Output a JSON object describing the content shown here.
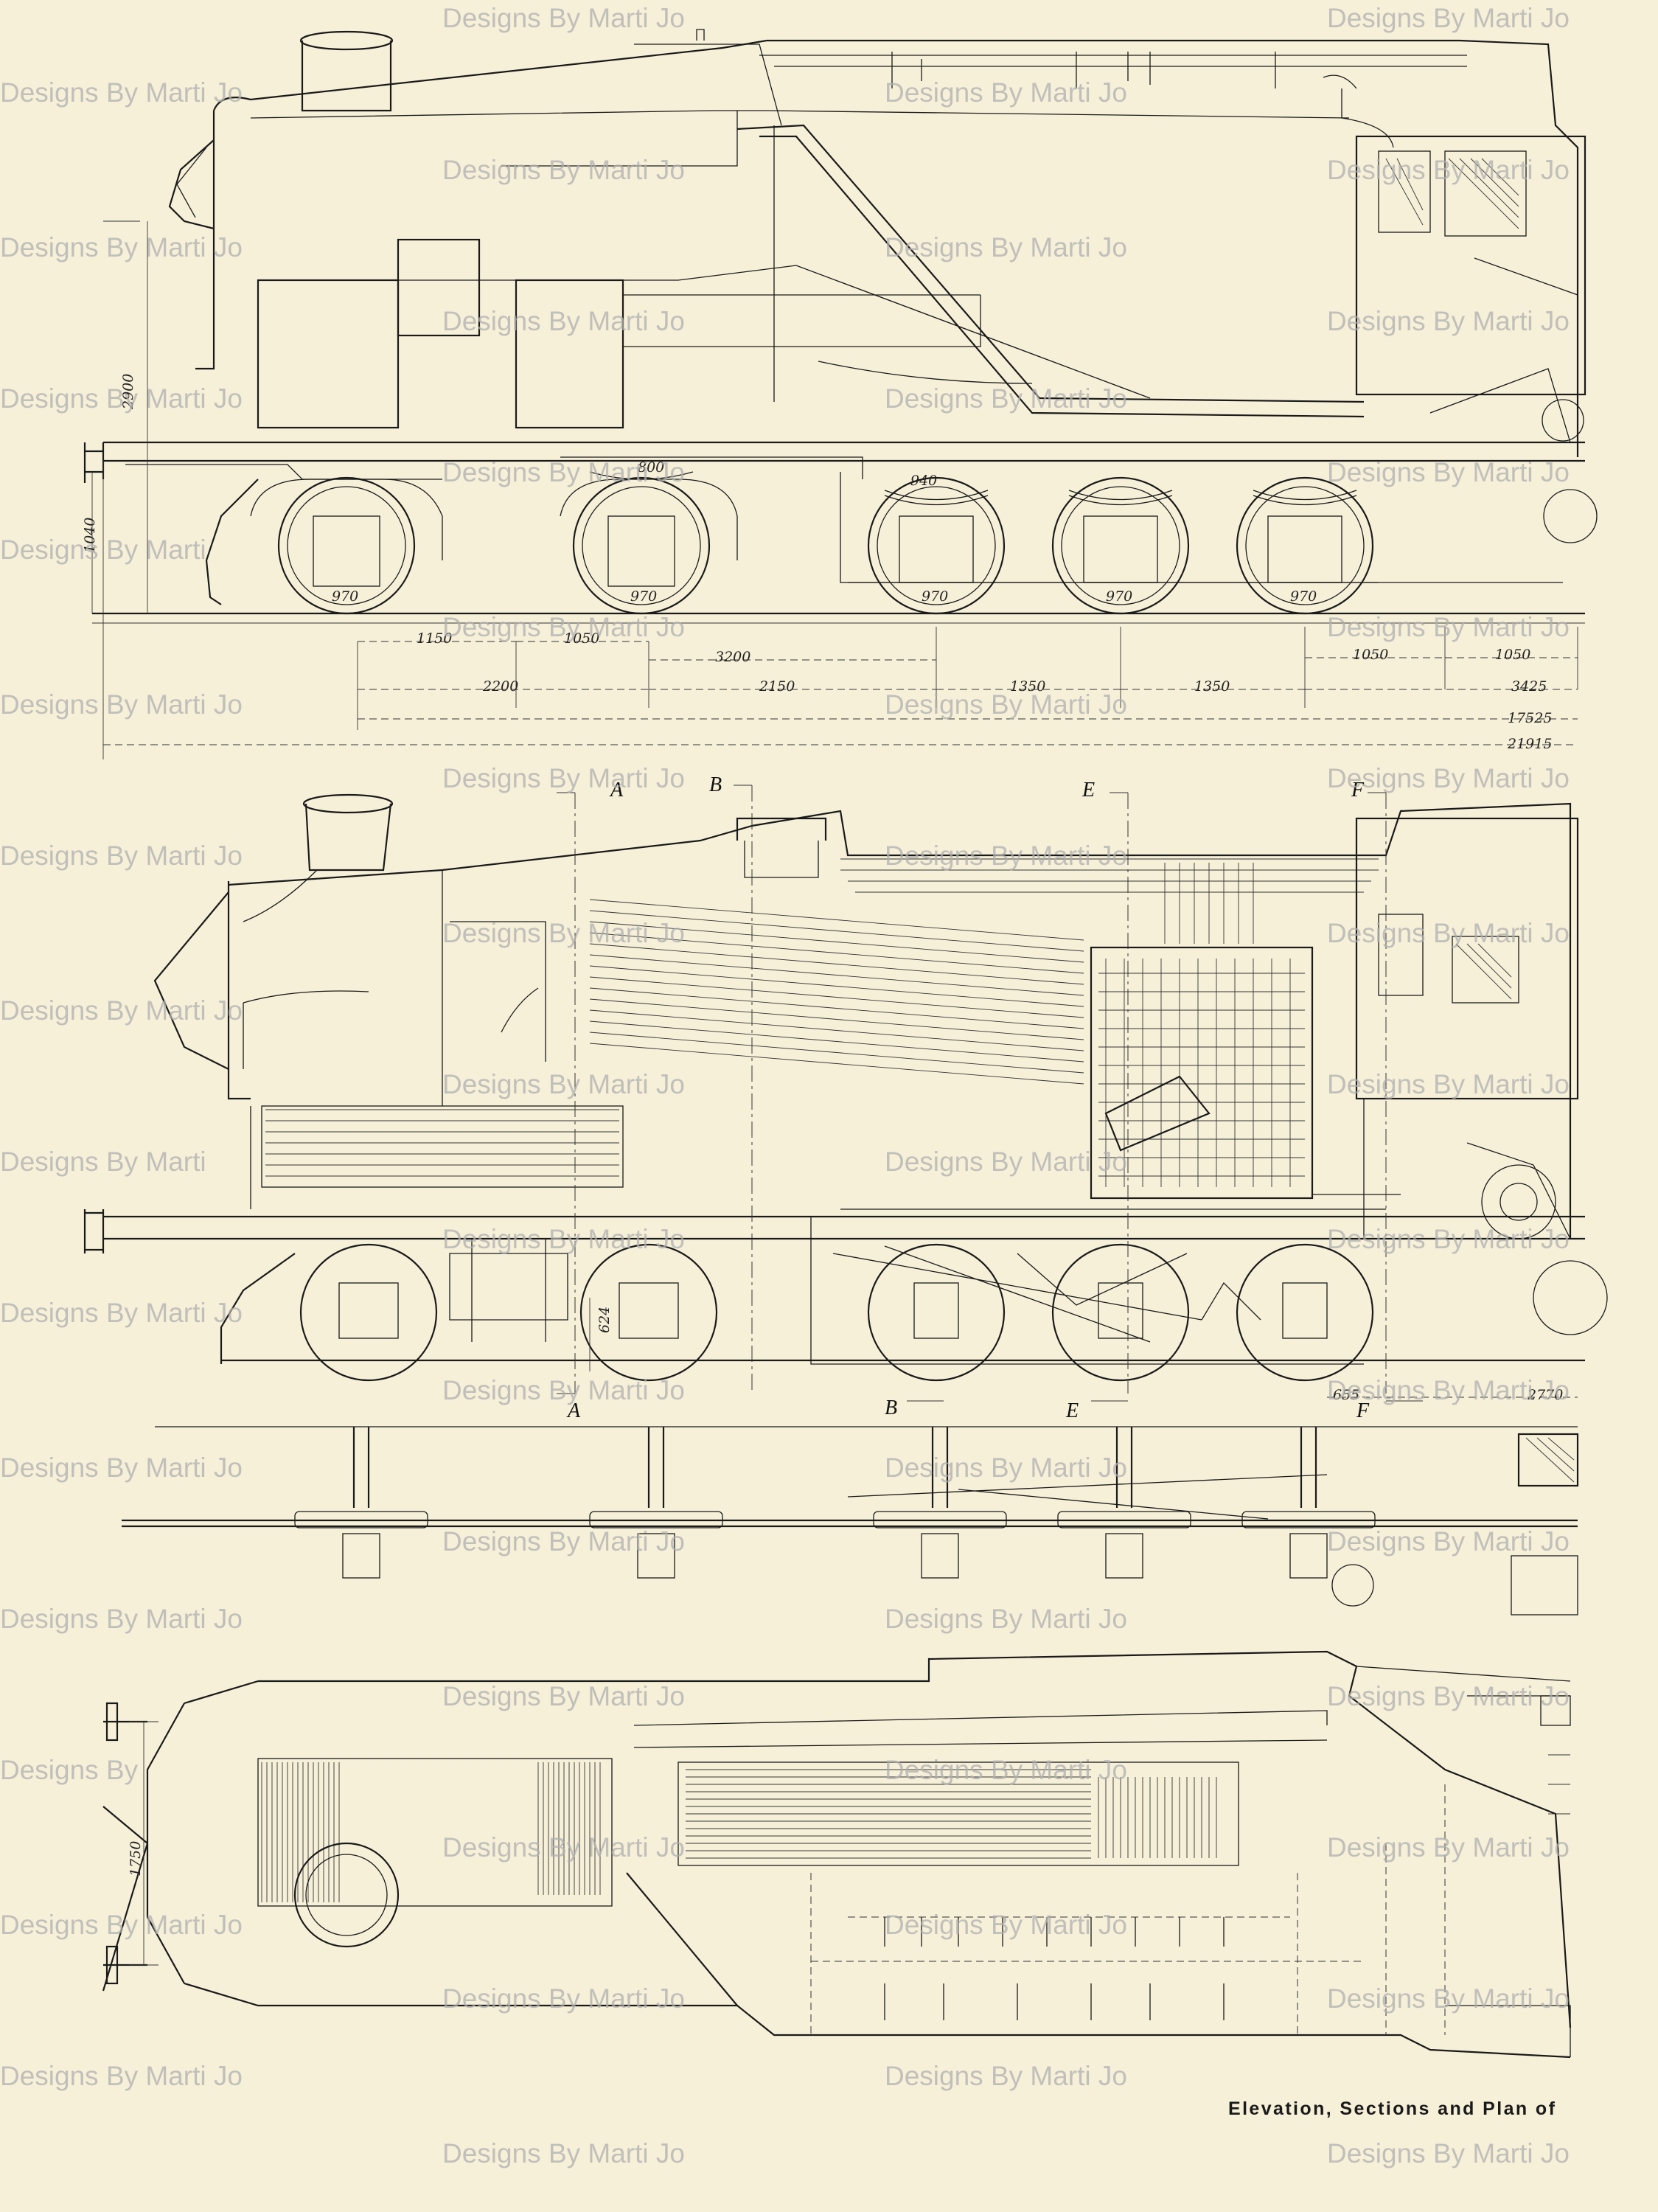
{
  "caption": "Elevation, Sections and Plan of",
  "watermark": [
    "Designs By Marti Jo",
    "Designs By Marti",
    "Designs By"
  ],
  "elevation": {
    "height_dim": "2900",
    "axle_dim": "1040",
    "wheel_labels": [
      "970",
      "970",
      "970",
      "970",
      "970"
    ],
    "detail_dims": [
      "800",
      "940"
    ],
    "row1": [
      "1150",
      "1050",
      "3200",
      "1050",
      "1050"
    ],
    "row2": [
      "2200",
      "2150",
      "1350",
      "1350",
      "3425"
    ],
    "row3": "17525",
    "row4": "21915"
  },
  "section": {
    "markers": [
      "A",
      "B",
      "E",
      "F",
      "A",
      "B",
      "E",
      "F"
    ],
    "dims": [
      "624",
      "655",
      "2770"
    ]
  },
  "plan": {
    "width_dim": "1750"
  }
}
